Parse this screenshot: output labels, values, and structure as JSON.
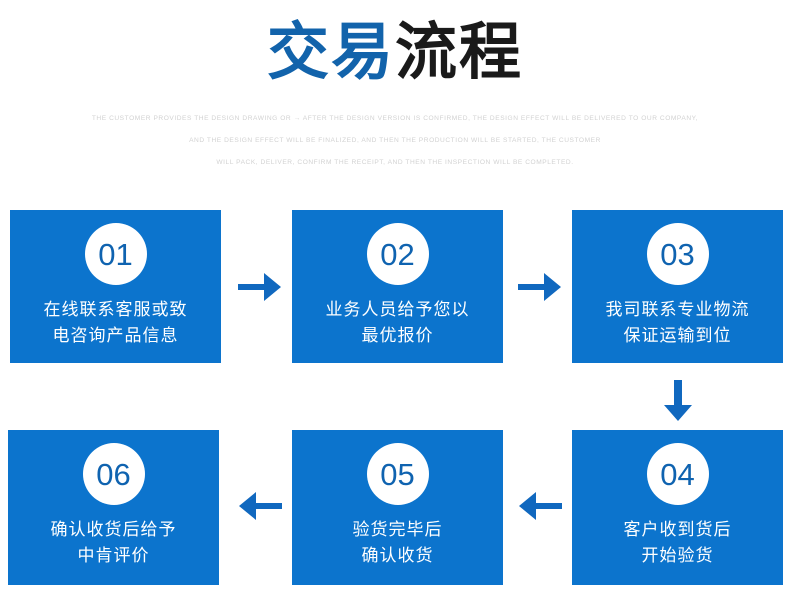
{
  "header": {
    "title_blue": "交易",
    "title_dark": "流程",
    "subtitle_line_1": "THE CUSTOMER PROVIDES THE DESIGN DRAWING OR → AFTER THE DESIGN VERSION IS CONFIRMED, THE DESIGN EFFECT WILL BE DELIVERED TO OUR COMPANY,",
    "subtitle_line_2": "AND THE DESIGN EFFECT WILL BE FINALIZED, AND THEN THE PRODUCTION WILL BE STARTED, THE CUSTOMER",
    "subtitle_line_3": "WILL PACK, DELIVER, CONFIRM THE RECEIPT, AND THEN THE INSPECTION WILL BE COMPLETED."
  },
  "colors": {
    "card_blue": "#0c74cd",
    "title_blue": "#1263ab",
    "title_dark": "#1a1a1a",
    "badge_number_blue": "#0f63b0",
    "arrow_blue": "#1068bf",
    "subtitle_gray": "#d2d2d2"
  },
  "steps": [
    {
      "number": "01",
      "line1": "在线联系客服或致",
      "line2": "电咨询产品信息"
    },
    {
      "number": "02",
      "line1": "业务人员给予您以",
      "line2": "最优报价"
    },
    {
      "number": "03",
      "line1": "我司联系专业物流",
      "line2": "保证运输到位"
    },
    {
      "number": "04",
      "line1": "客户收到货后",
      "line2": "开始验货"
    },
    {
      "number": "05",
      "line1": "验货完毕后",
      "line2": "确认收货"
    },
    {
      "number": "06",
      "line1": "确认收货后给予",
      "line2": "中肯评价"
    }
  ],
  "arrows": [
    {
      "id": "arrow-1-2",
      "direction": "right",
      "from": "01",
      "to": "02"
    },
    {
      "id": "arrow-2-3",
      "direction": "right",
      "from": "02",
      "to": "03"
    },
    {
      "id": "arrow-3-4",
      "direction": "down",
      "from": "03",
      "to": "04"
    },
    {
      "id": "arrow-4-5",
      "direction": "left",
      "from": "04",
      "to": "05"
    },
    {
      "id": "arrow-5-6",
      "direction": "left",
      "from": "05",
      "to": "06"
    }
  ]
}
